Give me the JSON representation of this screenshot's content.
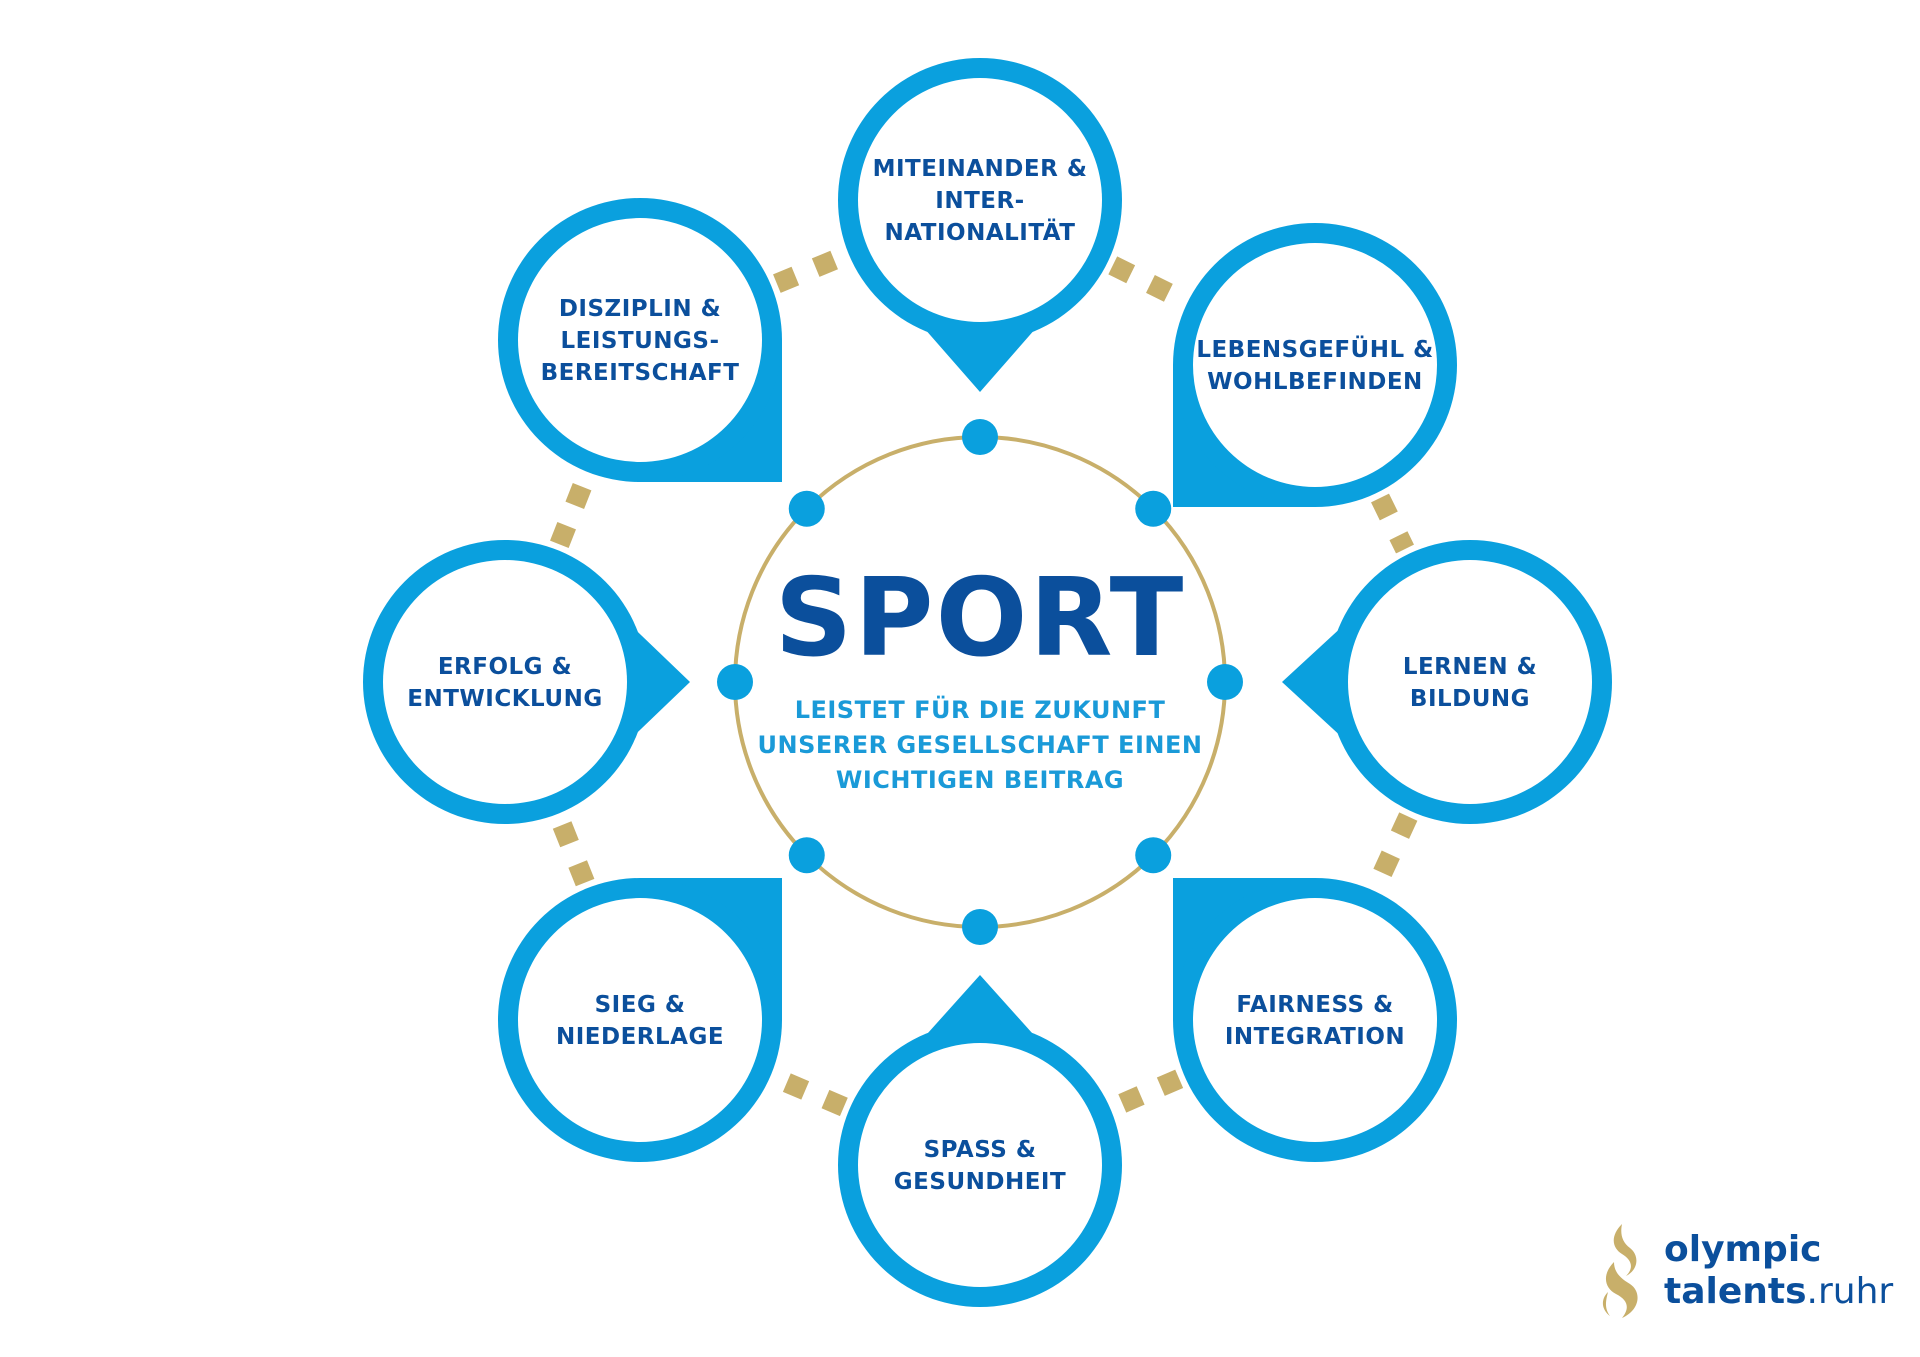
{
  "colors": {
    "ring_blue": "#0aa0de",
    "text_dark_blue": "#0b4f9c",
    "text_light_blue": "#1a9ad8",
    "gold": "#c8af6a"
  },
  "center": {
    "title": "SPORT",
    "subtitle_lines": [
      "LEISTET FÜR DIE ZUKUNFT",
      "UNSERER GESELLSCHAFT EINEN",
      "WICHTIGEN BEITRAG"
    ]
  },
  "nodes": [
    {
      "id": "top",
      "lines": [
        "MITEINANDER &",
        "INTER-",
        "NATIONALITÄT"
      ]
    },
    {
      "id": "top-right",
      "lines": [
        "LEBENSGEFÜHL &",
        "WOHLBEFINDEN"
      ]
    },
    {
      "id": "right",
      "lines": [
        "LERNEN &",
        "BILDUNG"
      ]
    },
    {
      "id": "bottom-right",
      "lines": [
        "FAIRNESS &",
        "INTEGRATION"
      ]
    },
    {
      "id": "bottom",
      "lines": [
        "SPASS &",
        "GESUNDHEIT"
      ]
    },
    {
      "id": "bottom-left",
      "lines": [
        "SIEG &",
        "NIEDERLAGE"
      ]
    },
    {
      "id": "left",
      "lines": [
        "ERFOLG &",
        "ENTWICKLUNG"
      ]
    },
    {
      "id": "top-left",
      "lines": [
        "DISZIPLIN &",
        "LEISTUNGS-",
        "BEREITSCHAFT"
      ]
    }
  ],
  "logo": {
    "icon": "flame-icon",
    "line1": "olympic",
    "line2_bold": "talents",
    "line2_light": ".ruhr"
  }
}
